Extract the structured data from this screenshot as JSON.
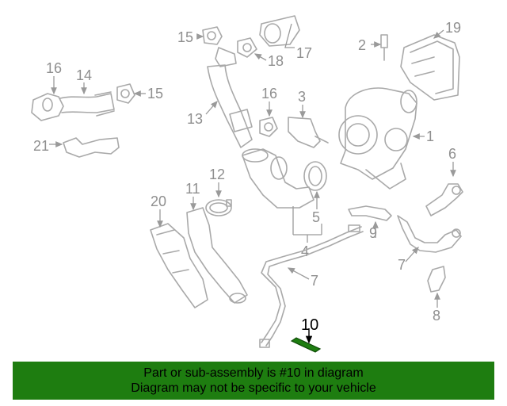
{
  "callouts": {
    "c15a": "15",
    "c17": "17",
    "c18": "18",
    "c19": "19",
    "c2": "2",
    "c16a": "16",
    "c14": "14",
    "c15b": "15",
    "c13": "13",
    "c16b": "16",
    "c3": "3",
    "c1": "1",
    "c21": "21",
    "c6": "6",
    "c12": "12",
    "c11": "11",
    "c20": "20",
    "c5": "5",
    "c9": "9",
    "c4": "4",
    "c7a": "7",
    "c7b": "7",
    "c8": "8",
    "c10": "10"
  },
  "highlight_color": "#1e7d10",
  "banner": {
    "line1": "Part or sub-assembly is #10 in diagram",
    "line2": "Diagram may not be specific to your vehicle",
    "background": "#1e7d10"
  }
}
